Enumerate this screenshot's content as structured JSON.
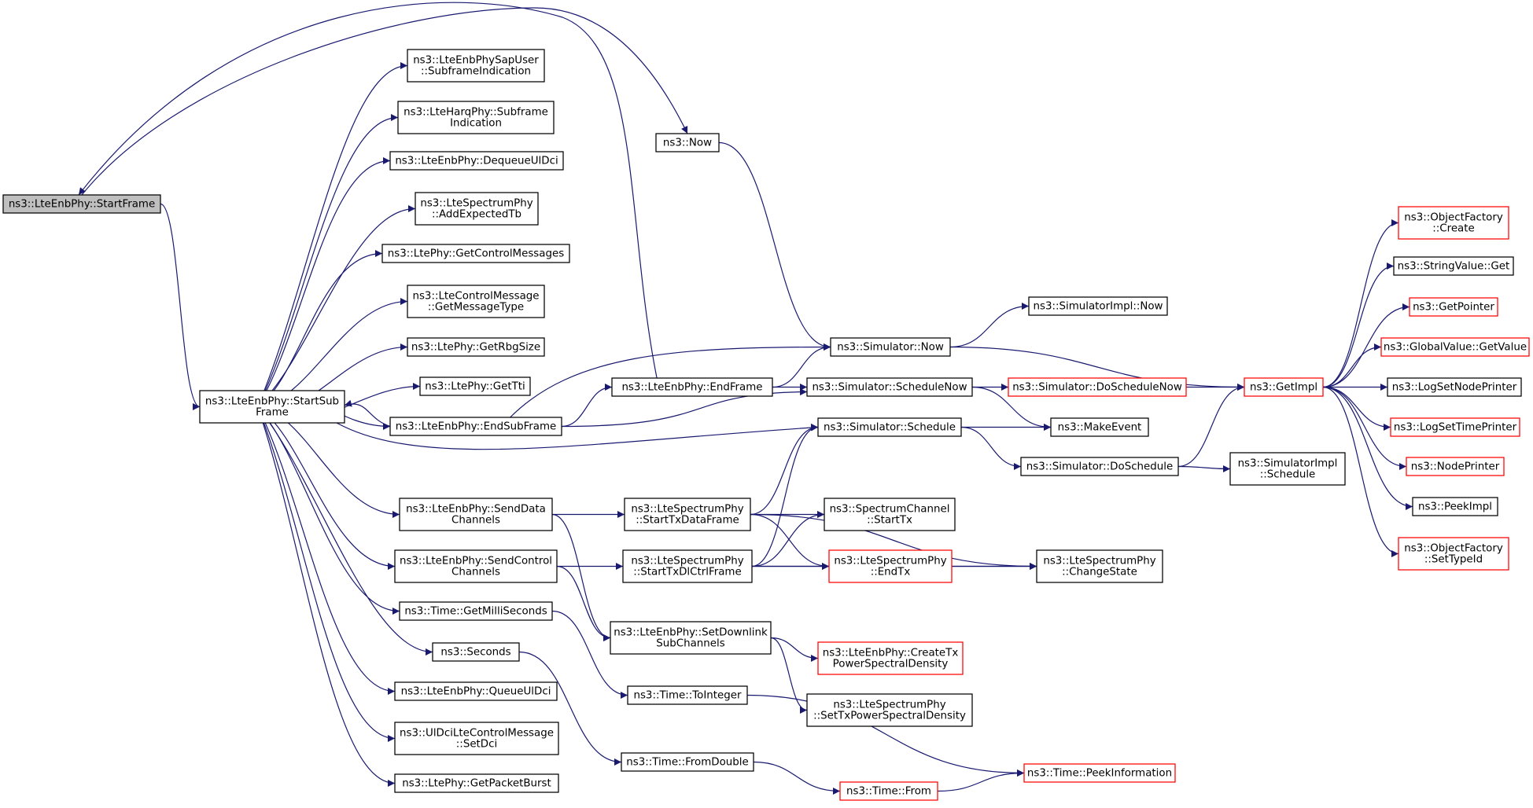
{
  "colors": {
    "edge": "#191970",
    "node_border": "#000000",
    "node_border_truncated": "#ff0000",
    "node_fill": "#ffffff",
    "root_fill": "#bfbfbf",
    "text": "#000000"
  },
  "nodes": [
    {
      "id": "startframe",
      "lines": [
        "ns3::LteEnbPhy::StartFrame"
      ],
      "root": true
    },
    {
      "id": "startsubframe",
      "lines": [
        "ns3::LteEnbPhy::StartSub",
        "Frame"
      ]
    },
    {
      "id": "subframeind_sapuser",
      "lines": [
        "ns3::LteEnbPhySapUser",
        "::SubframeIndication"
      ]
    },
    {
      "id": "harq_subframeind",
      "lines": [
        "ns3::LteHarqPhy::Subframe",
        "Indication"
      ]
    },
    {
      "id": "dequeueuldci",
      "lines": [
        "ns3::LteEnbPhy::DequeueUlDci"
      ]
    },
    {
      "id": "addexpectedtb",
      "lines": [
        "ns3::LteSpectrumPhy",
        "::AddExpectedTb"
      ]
    },
    {
      "id": "getcontrolmessages",
      "lines": [
        "ns3::LtePhy::GetControlMessages"
      ]
    },
    {
      "id": "getmessagetype",
      "lines": [
        "ns3::LteControlMessage",
        "::GetMessageType"
      ]
    },
    {
      "id": "getrbgsize",
      "lines": [
        "ns3::LtePhy::GetRbgSize"
      ]
    },
    {
      "id": "gettti",
      "lines": [
        "ns3::LtePhy::GetTti"
      ]
    },
    {
      "id": "endsubframe",
      "lines": [
        "ns3::LteEnbPhy::EndSubFrame"
      ]
    },
    {
      "id": "senddatachannels",
      "lines": [
        "ns3::LteEnbPhy::SendData",
        "Channels"
      ]
    },
    {
      "id": "sendcontrolchannels",
      "lines": [
        "ns3::LteEnbPhy::SendControl",
        "Channels"
      ]
    },
    {
      "id": "getmilliseconds",
      "lines": [
        "ns3::Time::GetMilliSeconds"
      ]
    },
    {
      "id": "seconds",
      "lines": [
        "ns3::Seconds"
      ]
    },
    {
      "id": "queueuldci",
      "lines": [
        "ns3::LteEnbPhy::QueueUlDci"
      ]
    },
    {
      "id": "setdci",
      "lines": [
        "ns3::UlDciLteControlMessage",
        "::SetDci"
      ]
    },
    {
      "id": "getpacketburst",
      "lines": [
        "ns3::LtePhy::GetPacketBurst"
      ]
    },
    {
      "id": "now",
      "lines": [
        "ns3::Now"
      ]
    },
    {
      "id": "endframe",
      "lines": [
        "ns3::LteEnbPhy::EndFrame"
      ]
    },
    {
      "id": "starttxdataframe",
      "lines": [
        "ns3::LteSpectrumPhy",
        "::StartTxDataFrame"
      ]
    },
    {
      "id": "starttxdlctrlframe",
      "lines": [
        "ns3::LteSpectrumPhy",
        "::StartTxDlCtrlFrame"
      ]
    },
    {
      "id": "setdownlinksubchannels",
      "lines": [
        "ns3::LteEnbPhy::SetDownlink",
        "SubChannels"
      ]
    },
    {
      "id": "timetointeger",
      "lines": [
        "ns3::Time::ToInteger"
      ]
    },
    {
      "id": "fromdouble",
      "lines": [
        "ns3::Time::FromDouble"
      ]
    },
    {
      "id": "simulatornow",
      "lines": [
        "ns3::Simulator::Now"
      ]
    },
    {
      "id": "schedulenow",
      "lines": [
        "ns3::Simulator::ScheduleNow"
      ]
    },
    {
      "id": "schedule",
      "lines": [
        "ns3::Simulator::Schedule"
      ]
    },
    {
      "id": "spectrumchannelstarttx",
      "lines": [
        "ns3::SpectrumChannel",
        "::StartTx"
      ]
    },
    {
      "id": "spectrumphyendtx",
      "lines": [
        "ns3::LteSpectrumPhy",
        "::EndTx"
      ],
      "truncated": true
    },
    {
      "id": "createtxpsd",
      "lines": [
        "ns3::LteEnbPhy::CreateTx",
        "PowerSpectralDensity"
      ],
      "truncated": true
    },
    {
      "id": "settxpsd",
      "lines": [
        "ns3::LteSpectrumPhy",
        "::SetTxPowerSpectralDensity"
      ]
    },
    {
      "id": "timefrom",
      "lines": [
        "ns3::Time::From"
      ],
      "truncated": true
    },
    {
      "id": "simimplnow",
      "lines": [
        "ns3::SimulatorImpl::Now"
      ]
    },
    {
      "id": "doschedulenow",
      "lines": [
        "ns3::Simulator::DoScheduleNow"
      ],
      "truncated": true
    },
    {
      "id": "makeevent",
      "lines": [
        "ns3::MakeEvent"
      ]
    },
    {
      "id": "doschedule",
      "lines": [
        "ns3::Simulator::DoSchedule"
      ]
    },
    {
      "id": "changestate",
      "lines": [
        "ns3::LteSpectrumPhy",
        "::ChangeState"
      ]
    },
    {
      "id": "peekinformation",
      "lines": [
        "ns3::Time::PeekInformation"
      ],
      "truncated": true
    },
    {
      "id": "simimplschedule",
      "lines": [
        "ns3::SimulatorImpl",
        "::Schedule"
      ]
    },
    {
      "id": "getimpl",
      "lines": [
        "ns3::GetImpl"
      ],
      "truncated": true
    },
    {
      "id": "objfactorycreate",
      "lines": [
        "ns3::ObjectFactory",
        "::Create"
      ],
      "truncated": true
    },
    {
      "id": "stringvalueget",
      "lines": [
        "ns3::StringValue::Get"
      ]
    },
    {
      "id": "getpointer",
      "lines": [
        "ns3::GetPointer"
      ],
      "truncated": true
    },
    {
      "id": "globalvaluegetvalue",
      "lines": [
        "ns3::GlobalValue::GetValue"
      ],
      "truncated": true
    },
    {
      "id": "logsetnodeprinter",
      "lines": [
        "ns3::LogSetNodePrinter"
      ]
    },
    {
      "id": "logsettimeprinter",
      "lines": [
        "ns3::LogSetTimePrinter"
      ],
      "truncated": true
    },
    {
      "id": "nodeprinter",
      "lines": [
        "ns3::NodePrinter"
      ],
      "truncated": true
    },
    {
      "id": "peekimpl",
      "lines": [
        "ns3::PeekImpl"
      ]
    },
    {
      "id": "objfactorysettypeid",
      "lines": [
        "ns3::ObjectFactory",
        "::SetTypeId"
      ],
      "truncated": true
    }
  ],
  "edges": [
    [
      "startframe",
      "startsubframe"
    ],
    [
      "startframe",
      "now"
    ],
    [
      "startsubframe",
      "subframeind_sapuser"
    ],
    [
      "startsubframe",
      "harq_subframeind"
    ],
    [
      "startsubframe",
      "dequeueuldci"
    ],
    [
      "startsubframe",
      "addexpectedtb"
    ],
    [
      "startsubframe",
      "getcontrolmessages"
    ],
    [
      "startsubframe",
      "getmessagetype"
    ],
    [
      "startsubframe",
      "getrbgsize"
    ],
    [
      "startsubframe",
      "gettti"
    ],
    [
      "startsubframe",
      "endsubframe"
    ],
    [
      "startsubframe",
      "senddatachannels"
    ],
    [
      "startsubframe",
      "sendcontrolchannels"
    ],
    [
      "startsubframe",
      "getmilliseconds"
    ],
    [
      "startsubframe",
      "seconds"
    ],
    [
      "startsubframe",
      "queueuldci"
    ],
    [
      "startsubframe",
      "setdci"
    ],
    [
      "startsubframe",
      "getpacketburst"
    ],
    [
      "startsubframe",
      "schedule"
    ],
    [
      "endsubframe",
      "startsubframe"
    ],
    [
      "endsubframe",
      "endframe"
    ],
    [
      "endsubframe",
      "simulatornow"
    ],
    [
      "endsubframe",
      "schedulenow"
    ],
    [
      "endframe",
      "startframe"
    ],
    [
      "endframe",
      "simulatornow"
    ],
    [
      "endframe",
      "schedulenow"
    ],
    [
      "now",
      "simulatornow"
    ],
    [
      "senddatachannels",
      "starttxdataframe"
    ],
    [
      "senddatachannels",
      "setdownlinksubchannels"
    ],
    [
      "sendcontrolchannels",
      "starttxdlctrlframe"
    ],
    [
      "sendcontrolchannels",
      "setdownlinksubchannels"
    ],
    [
      "getmilliseconds",
      "timetointeger"
    ],
    [
      "seconds",
      "fromdouble"
    ],
    [
      "starttxdataframe",
      "schedule"
    ],
    [
      "starttxdataframe",
      "spectrumchannelstarttx"
    ],
    [
      "starttxdataframe",
      "spectrumphyendtx"
    ],
    [
      "starttxdataframe",
      "changestate"
    ],
    [
      "starttxdlctrlframe",
      "schedule"
    ],
    [
      "starttxdlctrlframe",
      "spectrumchannelstarttx"
    ],
    [
      "starttxdlctrlframe",
      "spectrumphyendtx"
    ],
    [
      "starttxdlctrlframe",
      "changestate"
    ],
    [
      "setdownlinksubchannels",
      "createtxpsd"
    ],
    [
      "setdownlinksubchannels",
      "settxpsd"
    ],
    [
      "timetointeger",
      "peekinformation"
    ],
    [
      "fromdouble",
      "timefrom"
    ],
    [
      "timefrom",
      "peekinformation"
    ],
    [
      "simulatornow",
      "simimplnow"
    ],
    [
      "simulatornow",
      "getimpl"
    ],
    [
      "schedulenow",
      "doschedulenow"
    ],
    [
      "schedulenow",
      "makeevent"
    ],
    [
      "schedule",
      "makeevent"
    ],
    [
      "schedule",
      "doschedule"
    ],
    [
      "spectrumphyendtx",
      "changestate"
    ],
    [
      "doschedulenow",
      "getimpl"
    ],
    [
      "doschedule",
      "getimpl"
    ],
    [
      "doschedule",
      "simimplschedule"
    ],
    [
      "getimpl",
      "objfactorycreate"
    ],
    [
      "getimpl",
      "stringvalueget"
    ],
    [
      "getimpl",
      "getpointer"
    ],
    [
      "getimpl",
      "globalvaluegetvalue"
    ],
    [
      "getimpl",
      "logsetnodeprinter"
    ],
    [
      "getimpl",
      "logsettimeprinter"
    ],
    [
      "getimpl",
      "nodeprinter"
    ],
    [
      "getimpl",
      "peekimpl"
    ],
    [
      "getimpl",
      "objfactorysettypeid"
    ]
  ]
}
